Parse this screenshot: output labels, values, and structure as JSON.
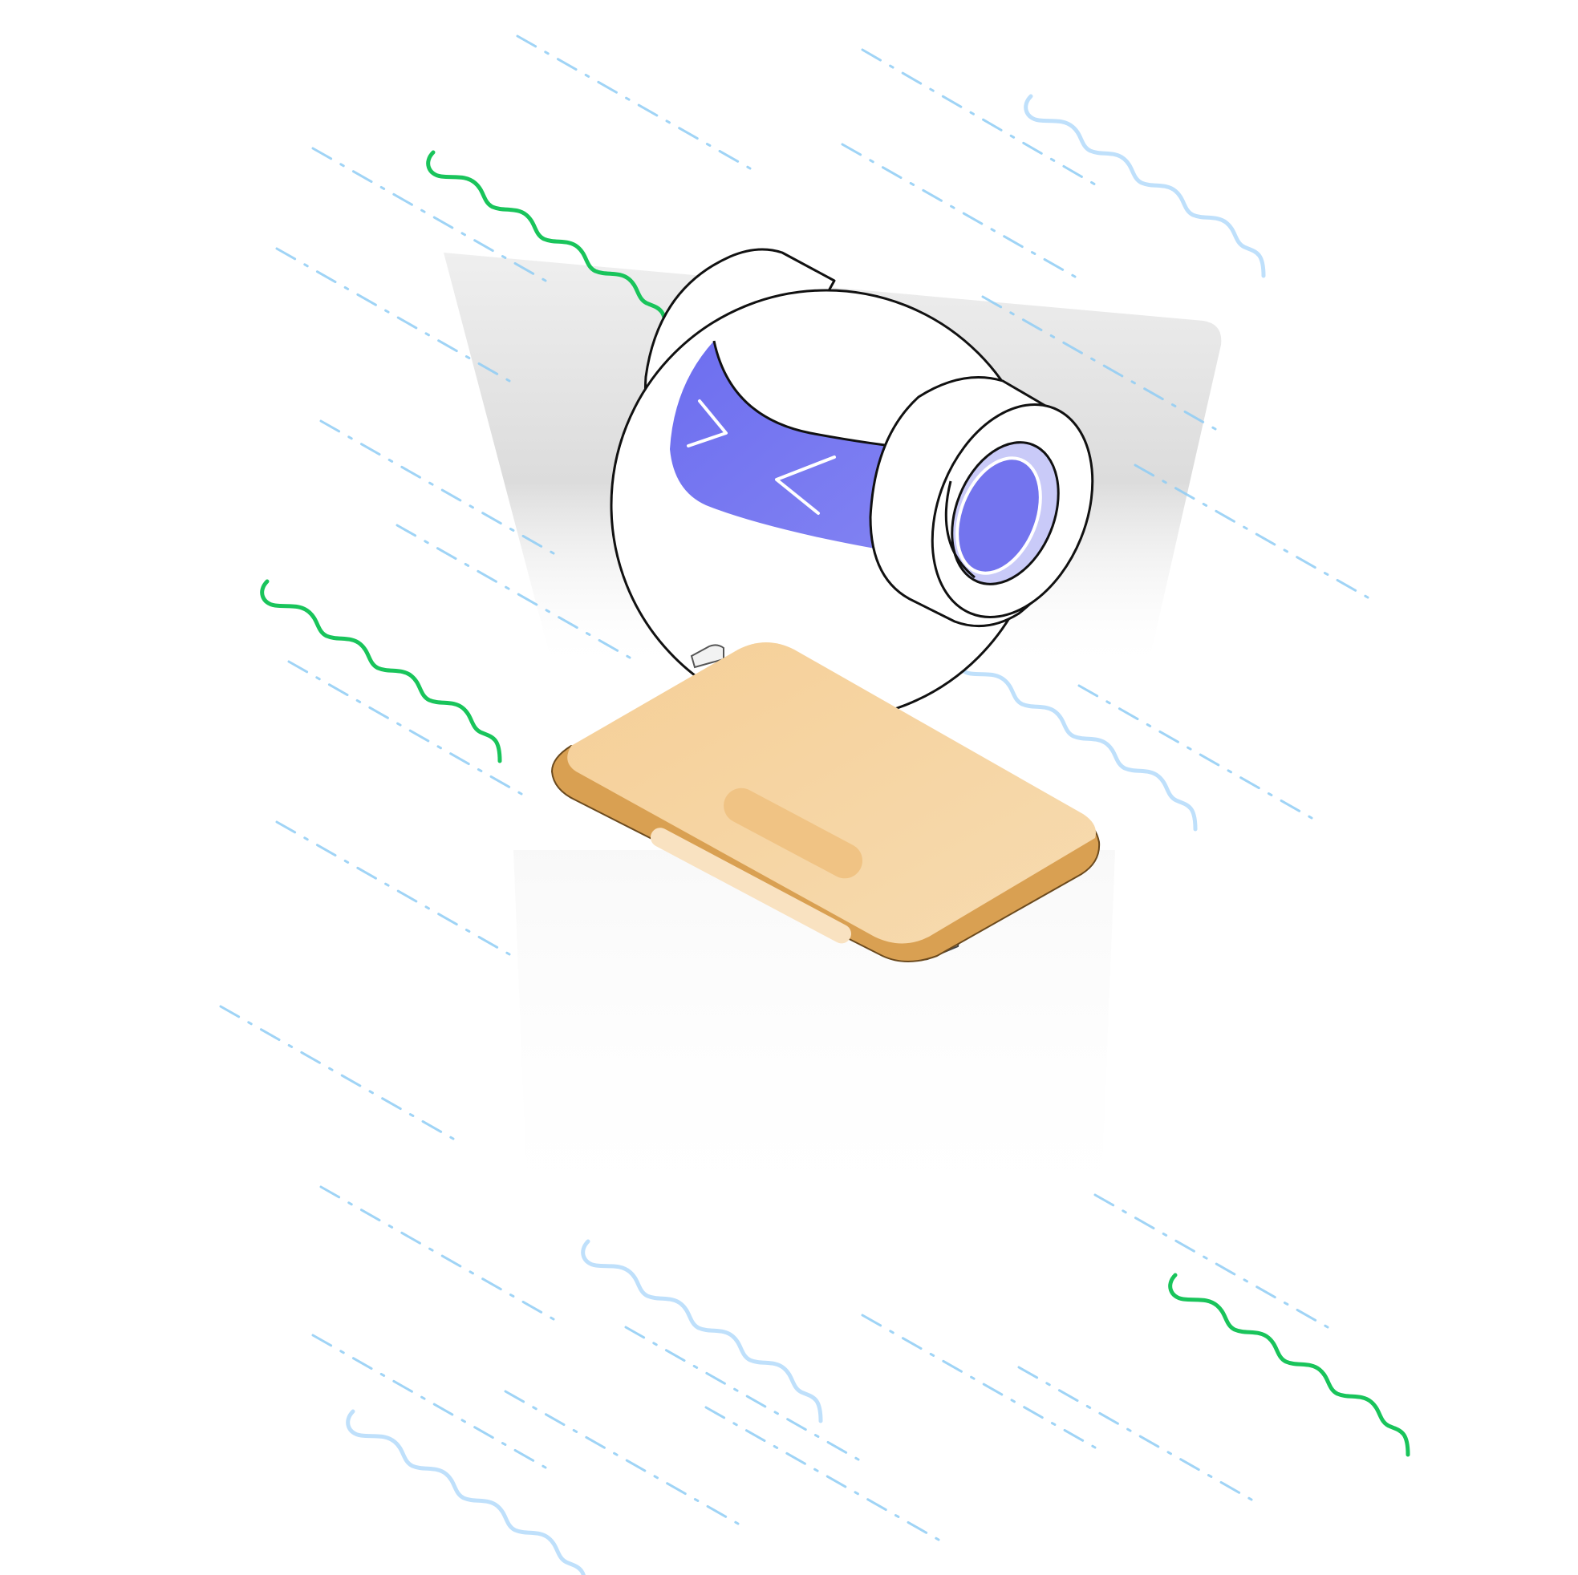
{
  "illustration": {
    "subject": "projector-camera-over-card",
    "colors": {
      "background": "#ffffff",
      "accent_purple": "#7374ee",
      "lens_ring": "#c9caf8",
      "card_top": "#f6d4a4",
      "card_edge": "#d9a052",
      "card_highlight": "#f0c384",
      "wave_green": "#19c45b",
      "wave_blue": "#bfe0fb",
      "dash_blue": "#8fcdf5",
      "beam_gray": "#d9d9d9",
      "outline": "#111111"
    },
    "icons": [
      "camera-icon",
      "card-icon",
      "light-beam",
      "squiggle-line",
      "dash-dot-line"
    ]
  }
}
